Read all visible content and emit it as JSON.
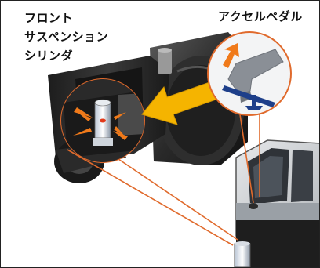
{
  "labels": {
    "front_suspension_cylinder": [
      "フロント",
      "サスペンション",
      "シリンダ"
    ],
    "accelerator_pedal": "アクセルペダル"
  },
  "colors": {
    "arrow_yellow": "#f5b400",
    "arrow_orange": "#f07a1a",
    "pedal_blue": "#1e3f8a",
    "pedal_gray": "#8a8f96",
    "callout_line": "#e06a2c",
    "machine_dark": "#2b2b2b"
  }
}
